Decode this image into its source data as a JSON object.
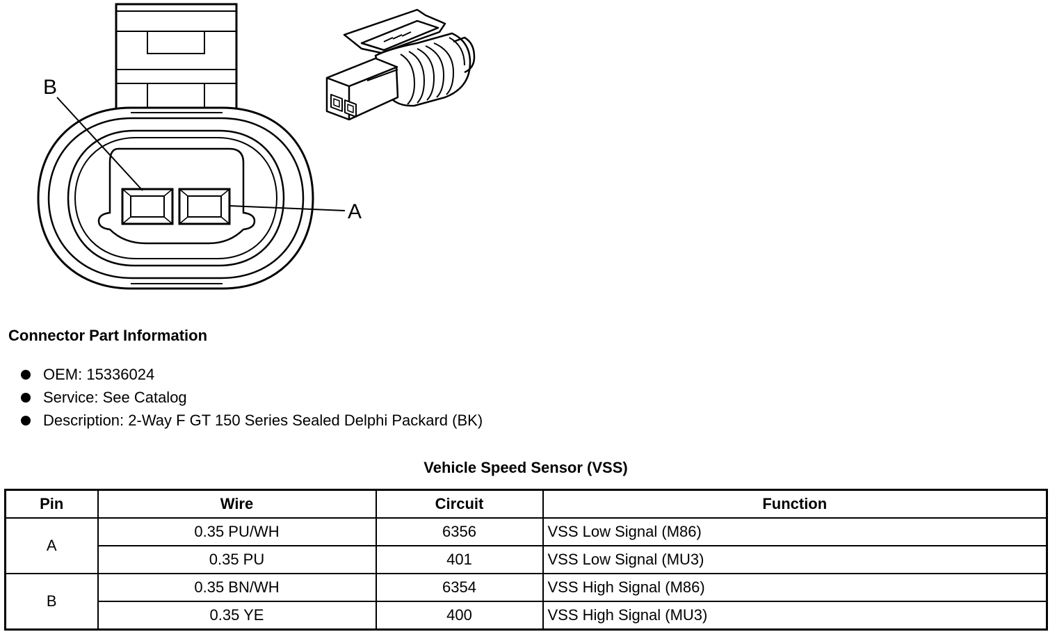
{
  "diagram": {
    "callouts": {
      "b": "B",
      "a": "A"
    }
  },
  "info": {
    "title": "Connector Part Information",
    "items": [
      "OEM: 15336024",
      "Service: See Catalog",
      "Description: 2-Way F GT 150 Series Sealed Delphi Packard (BK)"
    ]
  },
  "table": {
    "title": "Vehicle Speed Sensor (VSS)",
    "headers": [
      "Pin",
      "Wire",
      "Circuit",
      "Function"
    ],
    "rows": [
      {
        "pin": "A",
        "wire": "0.35 PU/WH",
        "circuit": "6356",
        "function": "VSS Low Signal (M86)"
      },
      {
        "pin": "A",
        "wire": "0.35 PU",
        "circuit": "401",
        "function": "VSS Low Signal (MU3)"
      },
      {
        "pin": "B",
        "wire": "0.35 BN/WH",
        "circuit": "6354",
        "function": "VSS High Signal (M86)"
      },
      {
        "pin": "B",
        "wire": "0.35 YE",
        "circuit": "400",
        "function": "VSS High Signal (MU3)"
      }
    ]
  }
}
